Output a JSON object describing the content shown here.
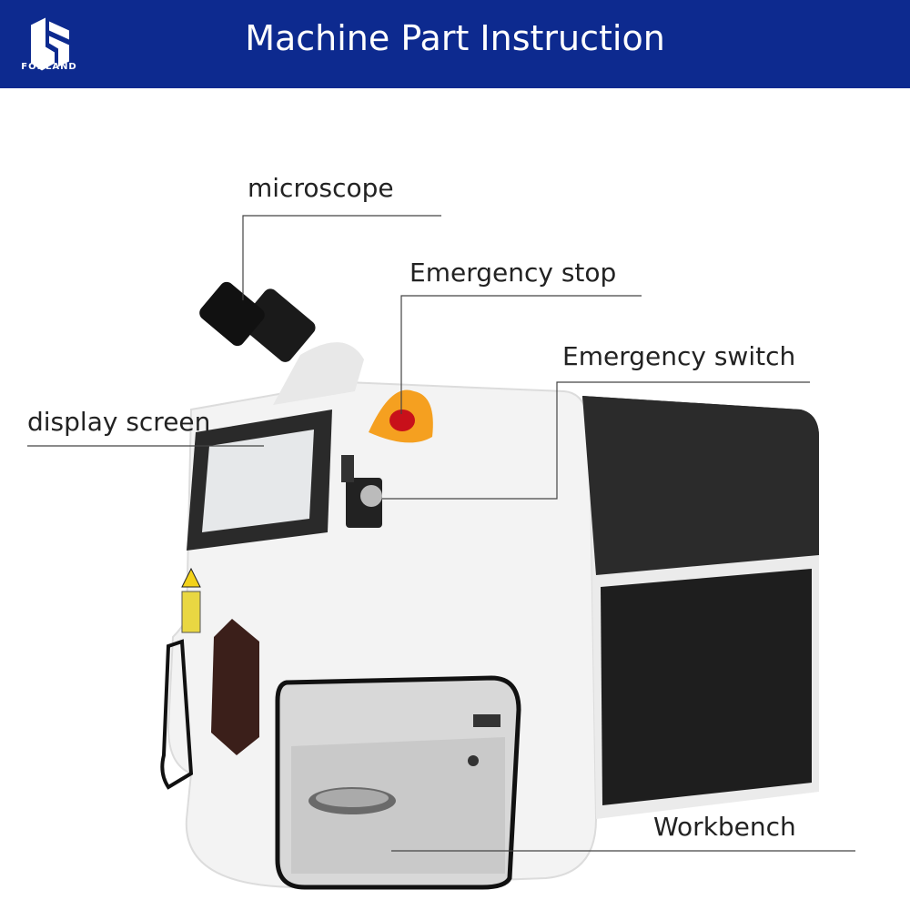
{
  "header": {
    "title": "Machine Part Instruction",
    "logo_text": "FONLAND",
    "background": "#0d2a8f"
  },
  "labels": {
    "microscope": "microscope",
    "emergency_stop": "Emergency stop",
    "emergency_switch": "Emergency switch",
    "display_screen": "display screen",
    "workbench": "Workbench"
  }
}
